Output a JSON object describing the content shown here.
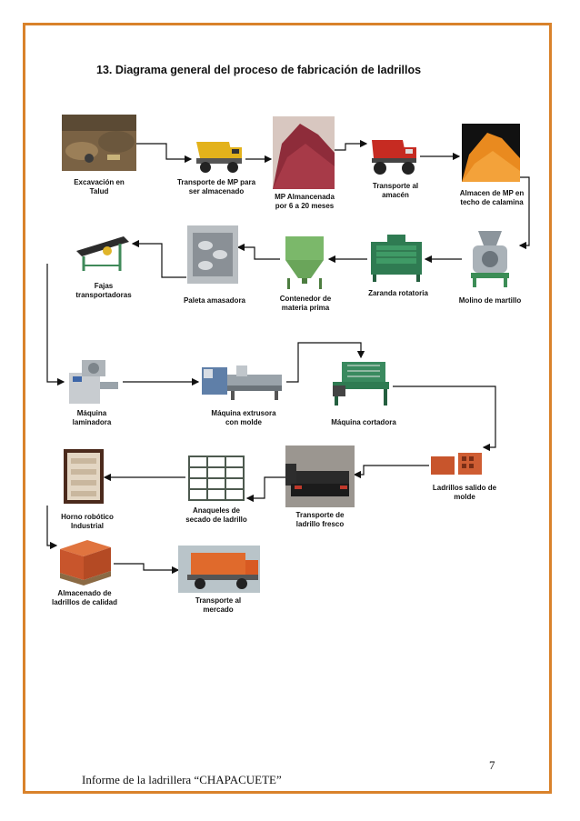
{
  "title": "13. Diagrama general del proceso de fabricación de ladrillos",
  "steps": [
    {
      "label": "Excavación en\nTalud",
      "icon": "excavation-photo"
    },
    {
      "label": "Transporte de MP para\nser almacenado",
      "icon": "dump-truck-icon"
    },
    {
      "label": "MP Almancenada\npor 6 a 20 meses",
      "icon": "stockpile-photo"
    },
    {
      "label": "Transporte al\namacén",
      "icon": "red-dump-truck-icon"
    },
    {
      "label": "Almacen de MP en\ntecho de calamina",
      "icon": "orange-pile-photo"
    },
    {
      "label": "Molino de martillo",
      "icon": "hammer-mill-icon"
    },
    {
      "label": "Zaranda rotatoria",
      "icon": "rotary-screen-icon"
    },
    {
      "label": "Contenedor de\nmateria prima",
      "icon": "hopper-icon"
    },
    {
      "label": "Paleta amasadora",
      "icon": "kneading-paddle-icon"
    },
    {
      "label": "Fajas\ntransportadoras",
      "icon": "conveyor-belt-icon"
    },
    {
      "label": "Máquina\nlaminadora",
      "icon": "laminating-machine-icon"
    },
    {
      "label": "Máquina extrusora\ncon molde",
      "icon": "extruder-icon"
    },
    {
      "label": "Máquina cortadora",
      "icon": "cutting-machine-icon"
    },
    {
      "label": "Ladrillos salido de\nmolde",
      "icon": "bricks-icon"
    },
    {
      "label": "Transporte de\nladrillo fresco",
      "icon": "flatbed-truck-icon"
    },
    {
      "label": "Anaqueles de\nsecado de ladrillo",
      "icon": "drying-shelves-icon"
    },
    {
      "label": "Horno robótico\nIndustrial",
      "icon": "kiln-icon"
    },
    {
      "label": "Almacenado de\nladrillos de calidad",
      "icon": "brick-pallet-icon"
    },
    {
      "label": "Transporte al\nmercado",
      "icon": "brick-truck-icon"
    }
  ],
  "colors": {
    "border": "#d9822b",
    "arrow": "#111111",
    "brick": "#c8552c",
    "dirt": "#8a6b45",
    "machine_green": "#3f8a5a",
    "machine_gray": "#9aa3aa"
  },
  "footer": {
    "page_number": "7",
    "text": "Informe de la ladrillera “CHAPACUETE”"
  }
}
